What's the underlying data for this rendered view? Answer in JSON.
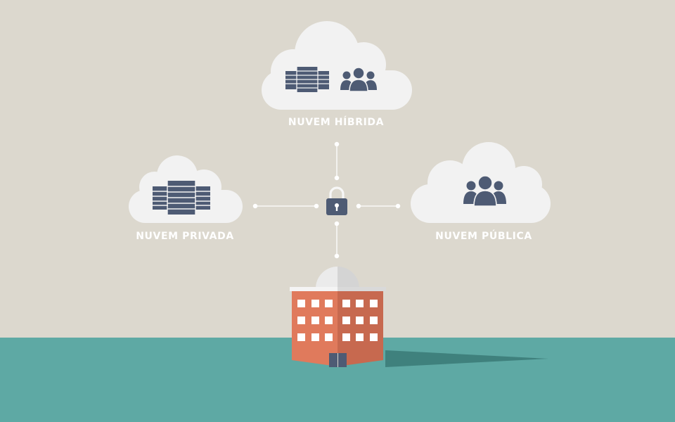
{
  "labels": {
    "hybrid": "NUVEM HÍBRIDA",
    "private": "NUVEM PRIVADA",
    "public": "NUVEM PÚBLICA"
  },
  "icons": {
    "hybrid_cloud": [
      "server-rack-icon",
      "users-group-icon"
    ],
    "private_cloud": [
      "server-rack-icon"
    ],
    "public_cloud": [
      "users-group-icon"
    ],
    "center": "padlock-icon",
    "base": "office-building"
  },
  "colors": {
    "background": "#dcd8ce",
    "ground": "#5ea9a4",
    "cloud": "#f2f2f2",
    "icon": "#4e5b74",
    "building_front": "#e07a5c",
    "building_side": "#c7694f",
    "connector": "#ffffff"
  }
}
